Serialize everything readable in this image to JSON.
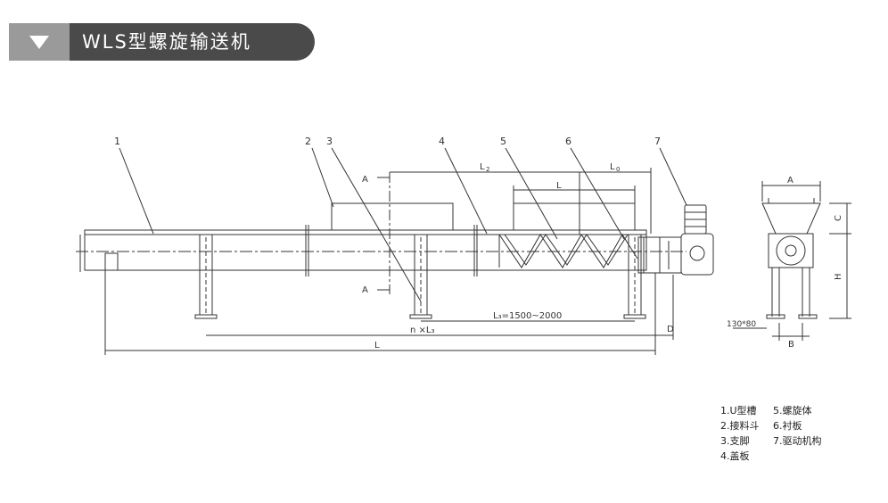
{
  "header": {
    "title": "WLS型螺旋输送机"
  },
  "callouts": [
    "1",
    "2",
    "3",
    "4",
    "5",
    "6",
    "7"
  ],
  "dimensions": {
    "L2": "L",
    "L2_sub": "2",
    "L0": "L",
    "L0_sub": "0",
    "L": "L",
    "L3_range": "L₃=1500~2000",
    "n_L3": "n ×L₃",
    "D": "D",
    "total_L": "L",
    "A_top": "A",
    "A_bottom": "A"
  },
  "side_view": {
    "A": "A",
    "C": "C",
    "H": "H",
    "B": "B",
    "foot": "130*80"
  },
  "legend": {
    "rows": [
      {
        "left": "1.U型槽",
        "right": "5.螺旋体"
      },
      {
        "left": "2.接料斗",
        "right": "6.衬板"
      },
      {
        "left": "3.支脚",
        "right": "7.驱动机构"
      },
      {
        "left": "4.盖板",
        "right": ""
      }
    ]
  },
  "colors": {
    "header_bg": "#4a4a4a",
    "header_badge": "#9a9a9a",
    "line": "#333333"
  }
}
